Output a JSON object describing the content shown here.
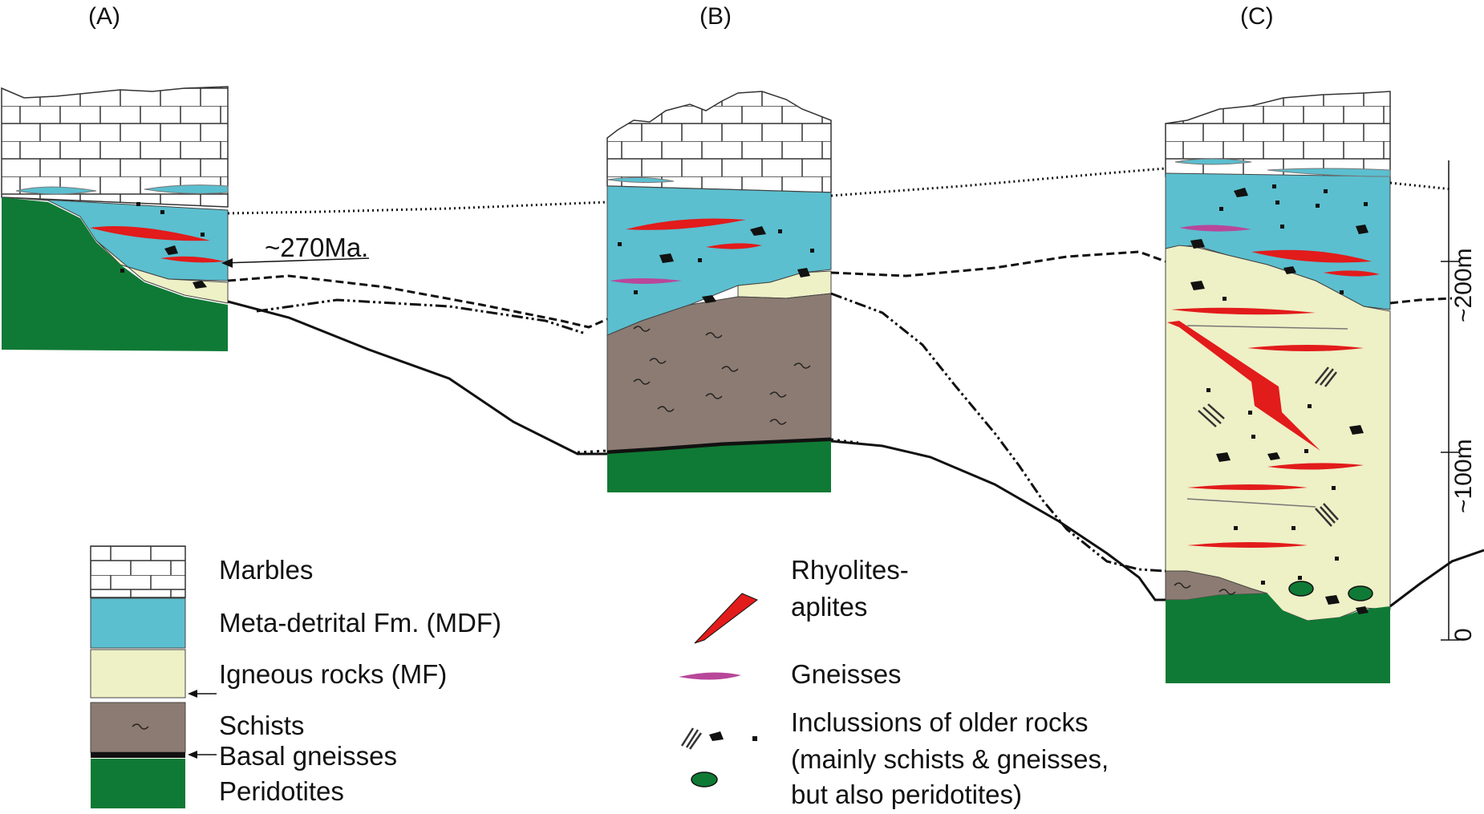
{
  "columns": {
    "a": {
      "label": "(A)"
    },
    "b": {
      "label": "(B)"
    },
    "c": {
      "label": "(C)"
    }
  },
  "annotation": "~270Ma.",
  "scale": {
    "ticks": [
      "0",
      "~100m",
      "~200m"
    ]
  },
  "legend": {
    "marbles": "Marbles",
    "mdf": "Meta-detrital Fm. (MDF)",
    "igneous": "Igneous rocks (MF)",
    "schists": "Schists",
    "basal": "Basal gneisses",
    "peridotites": "Peridotites",
    "rhyolites_line1": "Rhyolites-",
    "rhyolites_line2": "aplites",
    "gneisses": "Gneisses",
    "inclusions_line1": "Inclussions of older rocks",
    "inclusions_line2": "(mainly schists & gneisses,",
    "inclusions_line3": "but also peridotites)"
  },
  "colors": {
    "marble": "#ffffff",
    "mdf": "#5bbfcf",
    "igneous": "#eef0c6",
    "schist": "#8c7b72",
    "peridotite": "#0f7a35",
    "rhyolite": "#e21b1b",
    "gneiss": "#b8479a",
    "inclusion": "#111111"
  }
}
